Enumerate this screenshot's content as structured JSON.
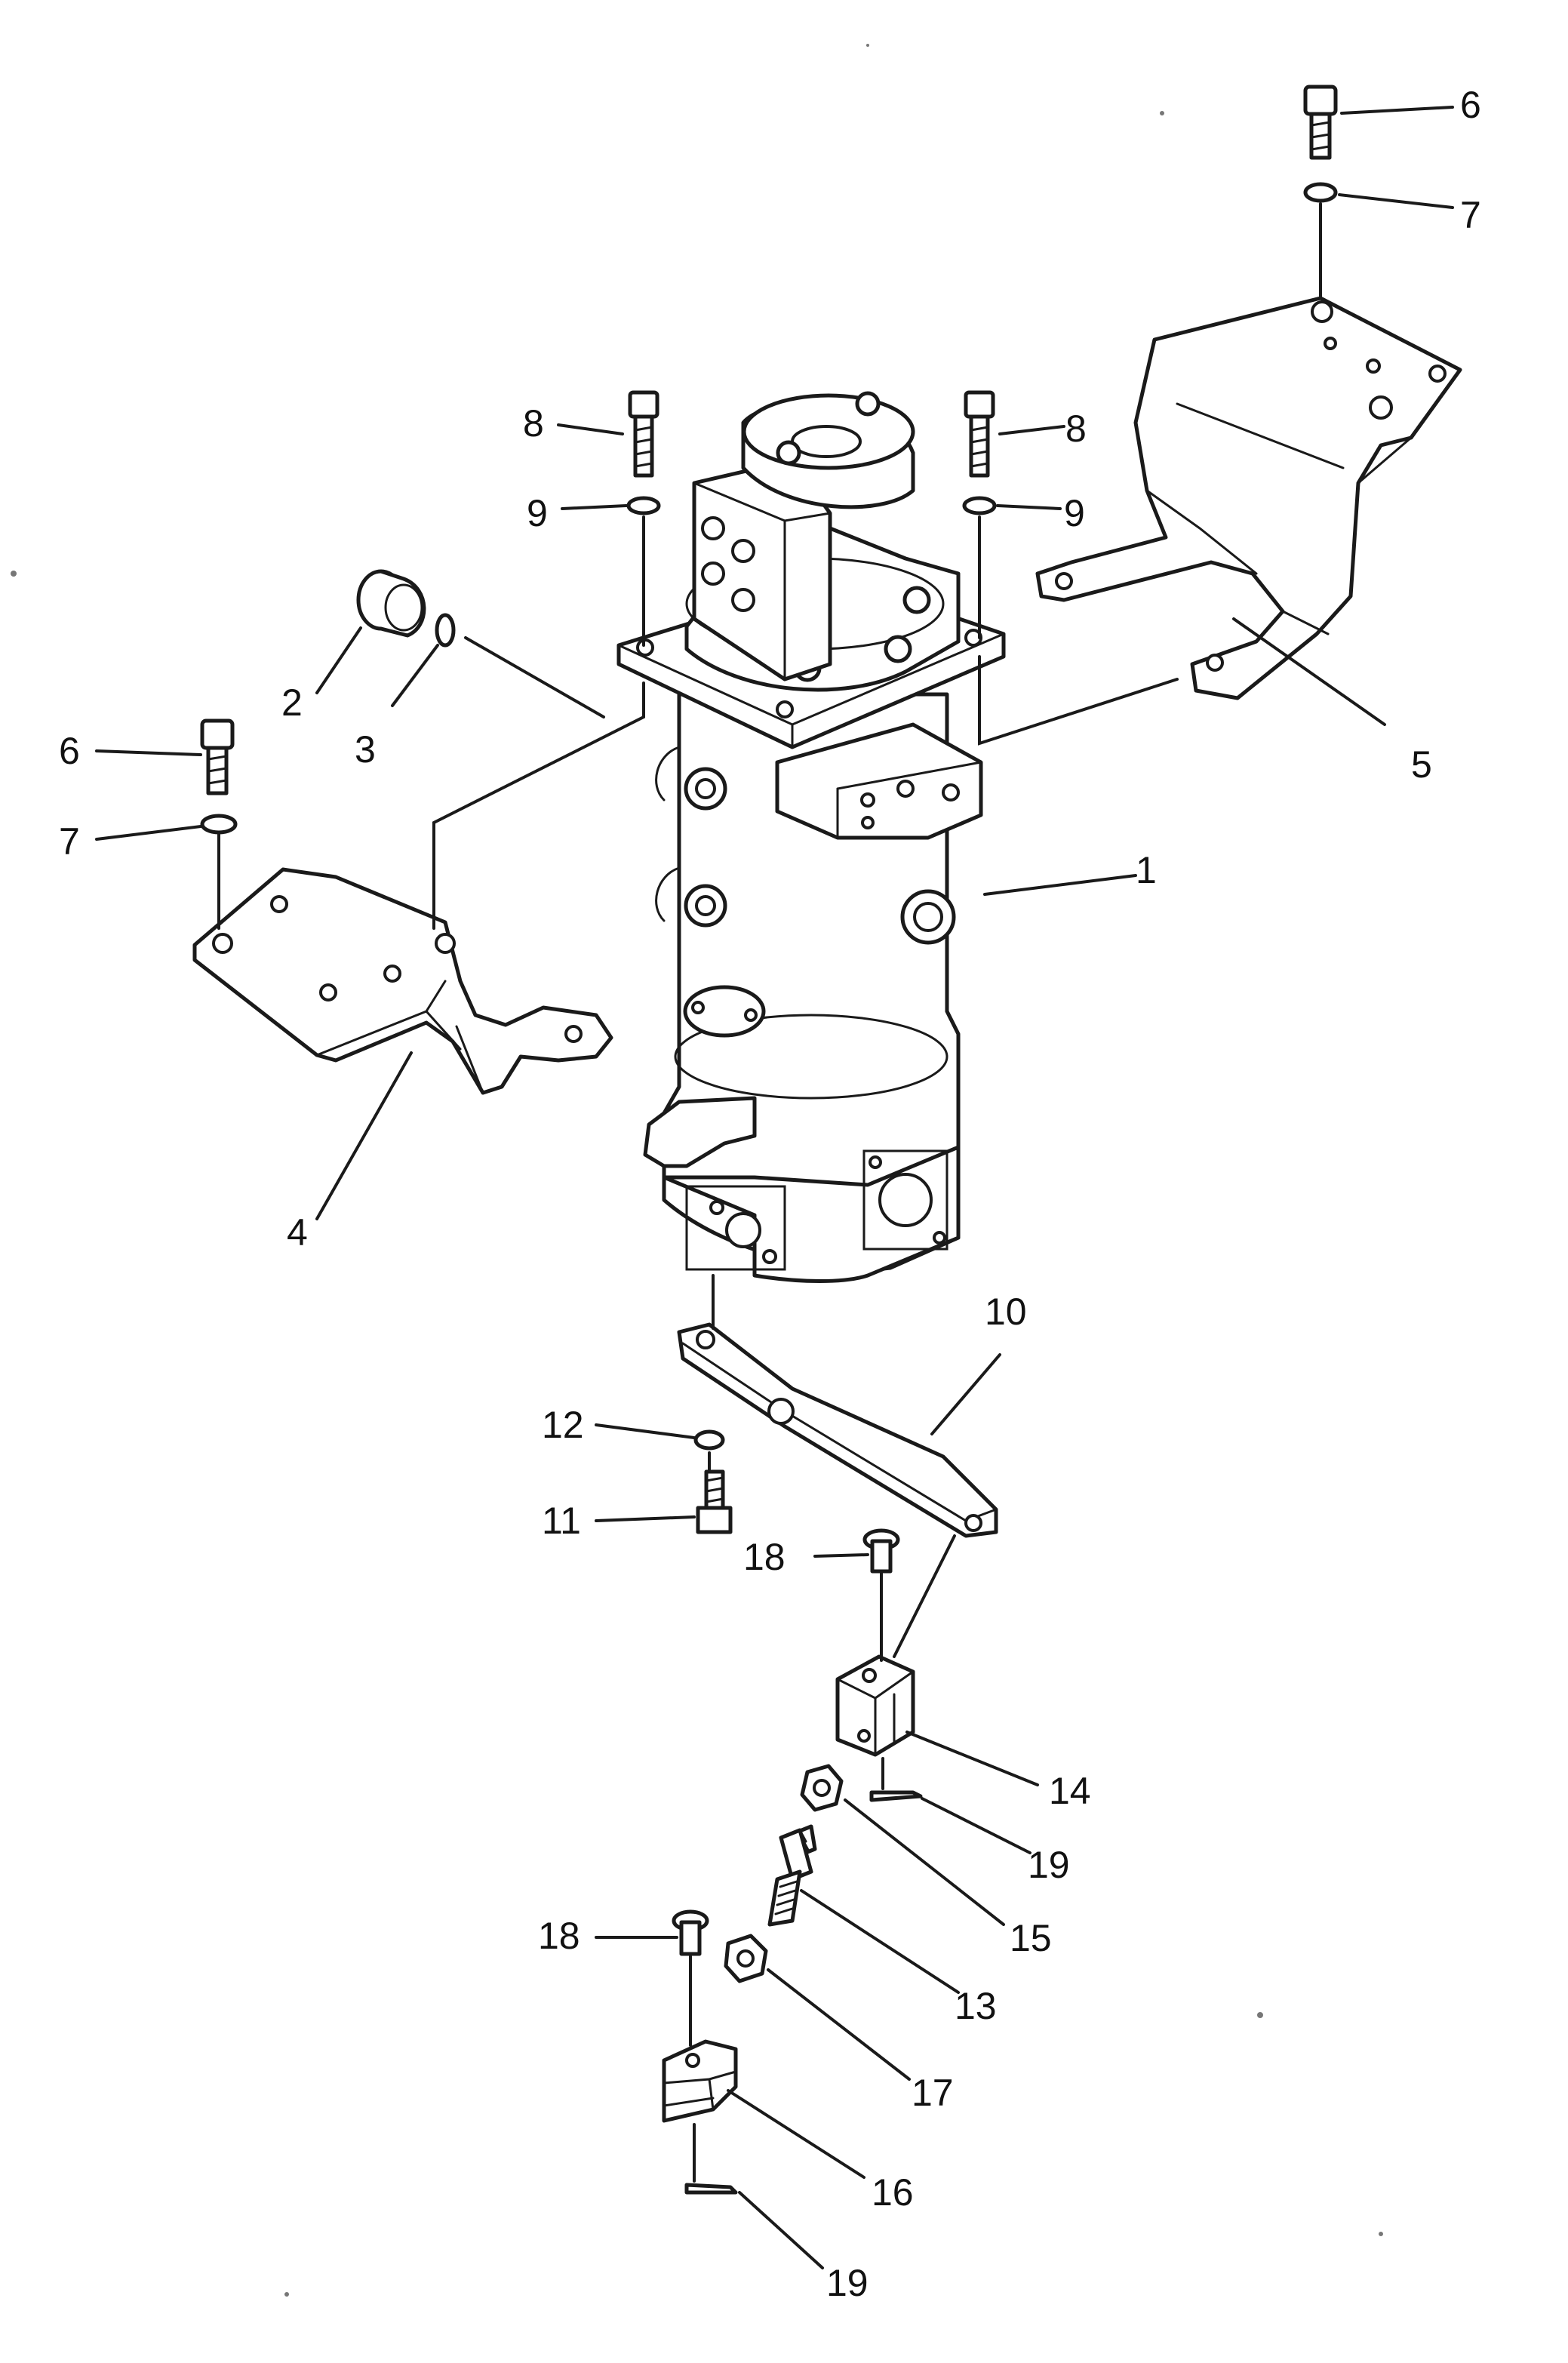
{
  "diagram": {
    "callouts": [
      {
        "id": "c1",
        "label": "1"
      },
      {
        "id": "c2",
        "label": "2"
      },
      {
        "id": "c3",
        "label": "3"
      },
      {
        "id": "c4",
        "label": "4"
      },
      {
        "id": "c5",
        "label": "5"
      },
      {
        "id": "c6a",
        "label": "6"
      },
      {
        "id": "c6b",
        "label": "6"
      },
      {
        "id": "c7a",
        "label": "7"
      },
      {
        "id": "c7b",
        "label": "7"
      },
      {
        "id": "c8a",
        "label": "8"
      },
      {
        "id": "c8b",
        "label": "8"
      },
      {
        "id": "c9a",
        "label": "9"
      },
      {
        "id": "c9b",
        "label": "9"
      },
      {
        "id": "c10",
        "label": "10"
      },
      {
        "id": "c11",
        "label": "11"
      },
      {
        "id": "c12",
        "label": "12"
      },
      {
        "id": "c13",
        "label": "13"
      },
      {
        "id": "c14",
        "label": "14"
      },
      {
        "id": "c15",
        "label": "15"
      },
      {
        "id": "c16",
        "label": "16"
      },
      {
        "id": "c17",
        "label": "17"
      },
      {
        "id": "c18a",
        "label": "18"
      },
      {
        "id": "c18b",
        "label": "18"
      },
      {
        "id": "c19a",
        "label": "19"
      },
      {
        "id": "c19b",
        "label": "19"
      }
    ]
  }
}
